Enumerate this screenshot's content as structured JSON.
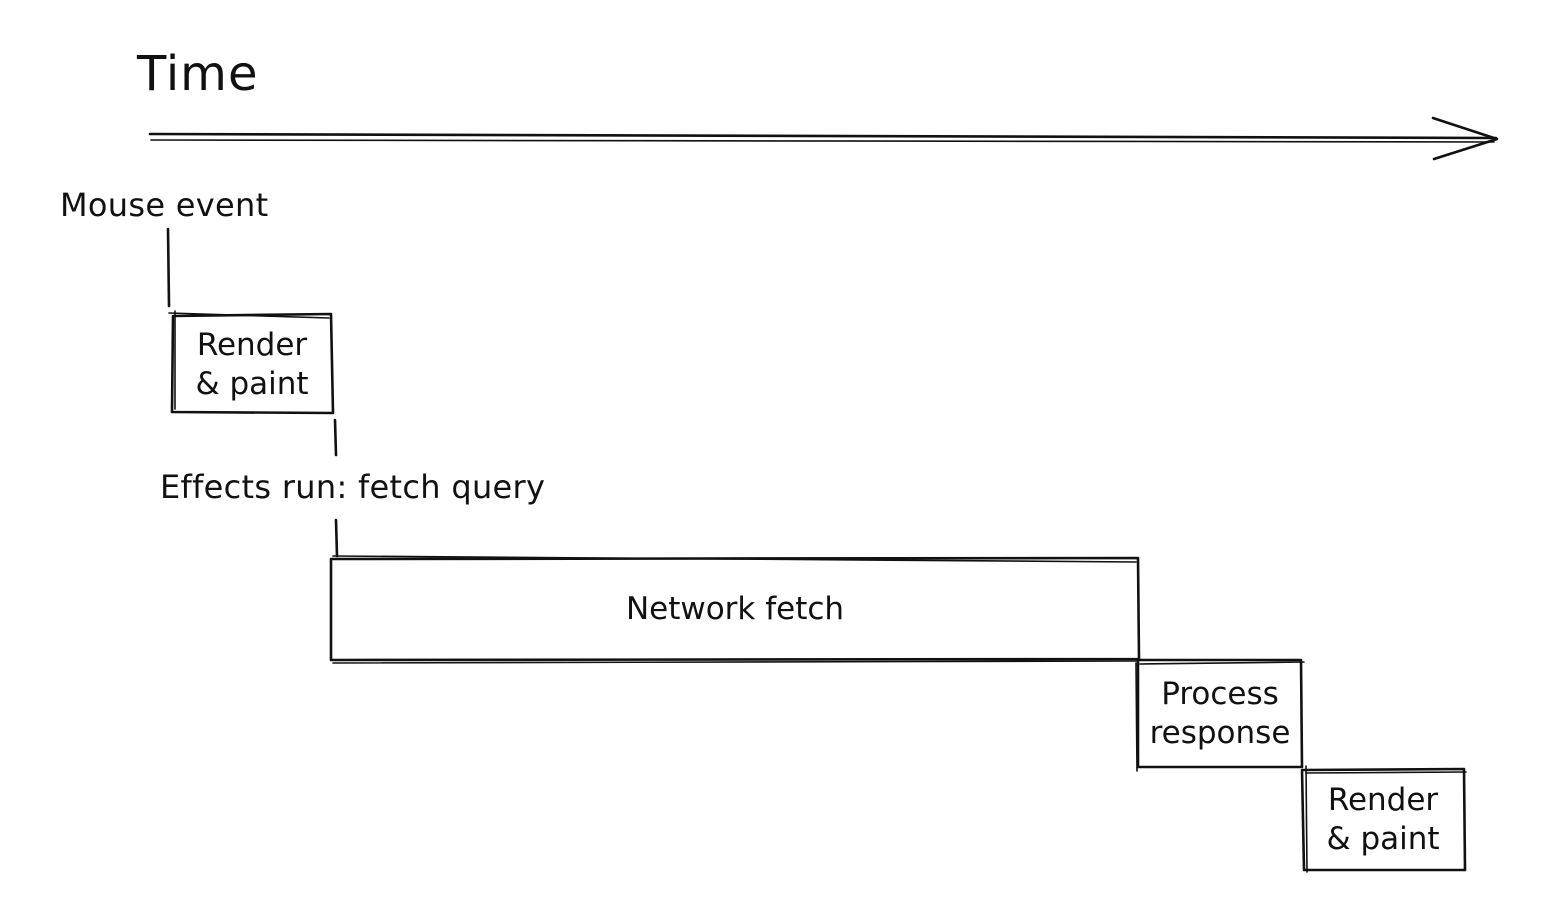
{
  "title": "Time",
  "events": {
    "mouse_event": "Mouse event",
    "effects_run": "Effects run: fetch query"
  },
  "boxes": {
    "render_paint_1": {
      "line1": "Render",
      "line2": "& paint"
    },
    "network_fetch": {
      "line1": "Network fetch"
    },
    "process_response": {
      "line1": "Process",
      "line2": "response"
    },
    "render_paint_2": {
      "line1": "Render",
      "line2": "& paint"
    }
  }
}
